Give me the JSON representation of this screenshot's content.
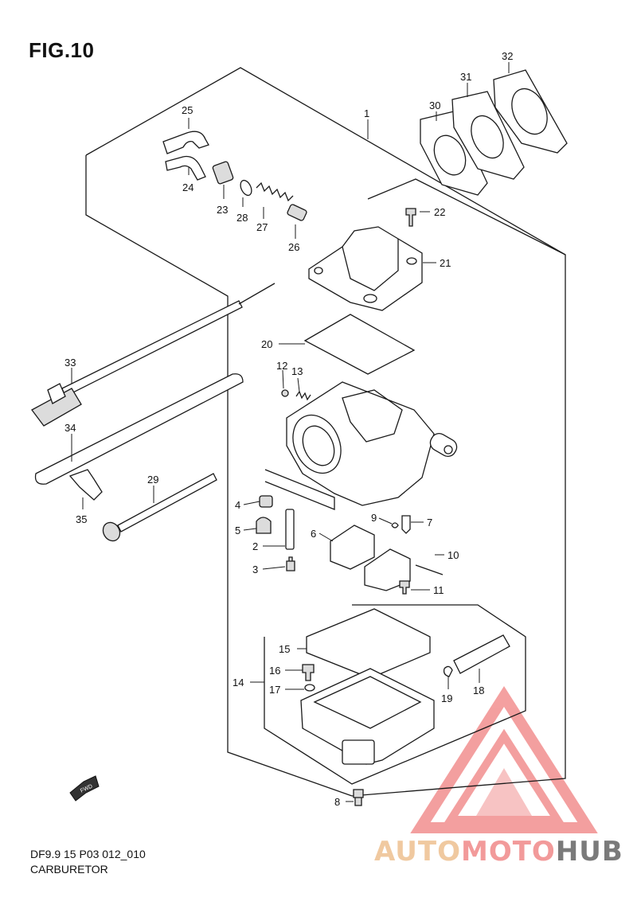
{
  "figure": {
    "title": "FIG.10"
  },
  "caption": {
    "code": "DF9.9 15 P03 012_010",
    "name": "CARBURETOR"
  },
  "callouts": [
    "1",
    "2",
    "3",
    "4",
    "5",
    "6",
    "7",
    "8",
    "9",
    "10",
    "11",
    "12",
    "13",
    "14",
    "15",
    "16",
    "17",
    "18",
    "19",
    "20",
    "21",
    "22",
    "23",
    "24",
    "25",
    "26",
    "27",
    "28",
    "29",
    "30",
    "31",
    "32",
    "33",
    "34",
    "35"
  ],
  "fwd_label": "FWD",
  "watermark": {
    "part1": "AUTO",
    "part2": "MOTO",
    "part3": "HUB"
  },
  "colors": {
    "line": "#1a1a1a",
    "watermark_red": "#f08080",
    "watermark_peach": "#f0c9a0",
    "watermark_gray": "#7a7a7a"
  }
}
